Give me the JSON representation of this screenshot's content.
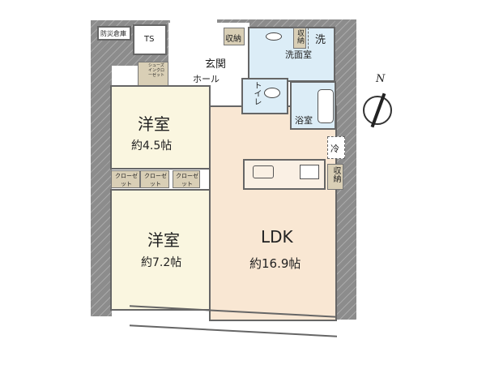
{
  "rooms": {
    "storage_disaster": "防災倉庫",
    "ts": "TS",
    "storage_top": "収納",
    "storage_wash": "収納",
    "laundry": "洗",
    "entrance": "玄関",
    "washroom": "洗面室",
    "hall": "ホール",
    "shoe_closet": "シューズインクローゼット",
    "toilet": "トイレ",
    "bath": "浴室",
    "fridge": "冷",
    "storage_kitchen": "収納",
    "western1_name": "洋室",
    "western1_size": "約4.5帖",
    "closet1": "クローゼット",
    "closet2": "クローゼット",
    "closet3": "クローゼット",
    "western2_name": "洋室",
    "western2_size": "約7.2帖",
    "ldk_name": "LDK",
    "ldk_size": "約16.9帖"
  },
  "compass": "N"
}
